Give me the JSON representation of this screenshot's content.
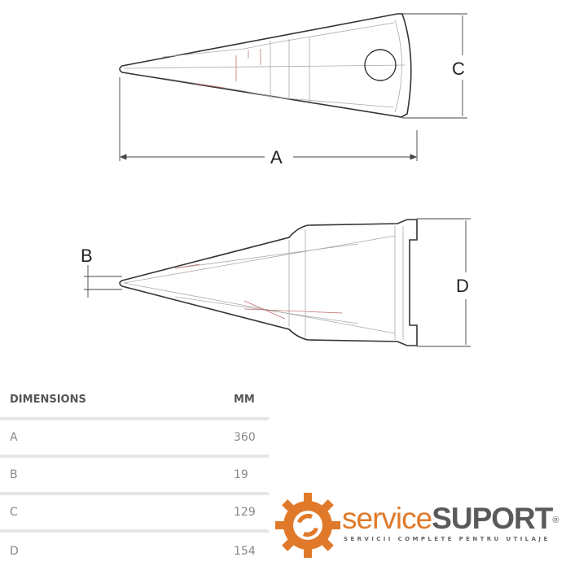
{
  "drawing": {
    "labels": {
      "A": "A",
      "B": "B",
      "C": "C",
      "D": "D"
    }
  },
  "table": {
    "header": {
      "dimension": "DIMENSIONS",
      "unit": "MM"
    },
    "rows": [
      {
        "dim": "A",
        "mm": "360"
      },
      {
        "dim": "B",
        "mm": "19"
      },
      {
        "dim": "C",
        "mm": "129"
      },
      {
        "dim": "D",
        "mm": "154"
      }
    ]
  },
  "logo": {
    "part1": "service",
    "part2": "SUPORT",
    "registered": "®",
    "tagline": "SERVICII COMPLETE PENTRU UTILAJE",
    "color_orange": "#e07a2a",
    "color_gray": "#5a5a5a"
  }
}
